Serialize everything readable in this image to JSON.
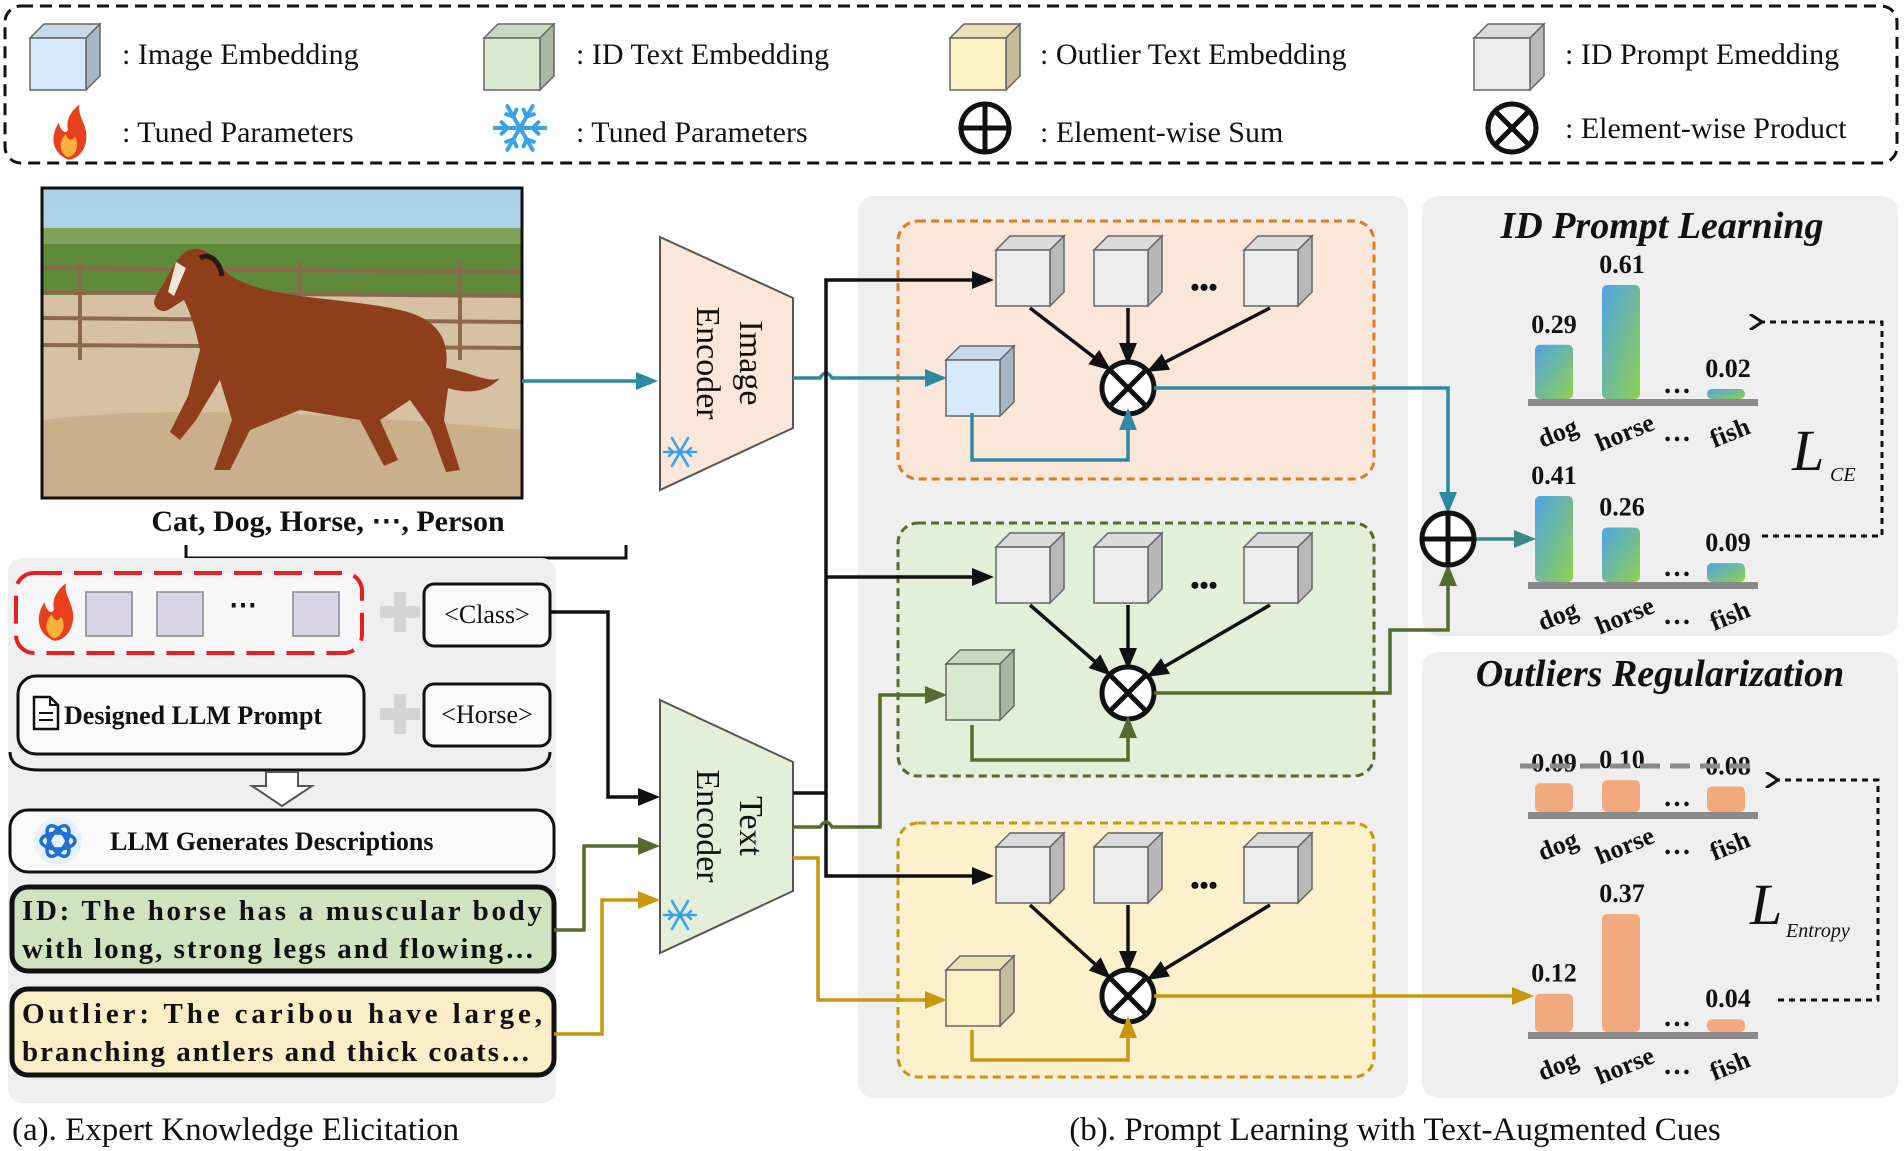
{
  "legend": {
    "image_embedding": ": Image Embedding",
    "id_text_embedding": ": ID Text Embedding",
    "outlier_text_embedding": ": Outlier Text Embedding",
    "id_prompt_embedding": ": ID Prompt Emedding",
    "tuned_parameters_fire": ": Tuned Parameters",
    "tuned_parameters_snow": ": Tuned Parameters",
    "element_wise_sum": ": Element-wise Sum",
    "element_wise_product": ": Element-wise Product"
  },
  "left": {
    "class_list": "Cat, Dog, Horse, ⋯, Person",
    "class_token": "<Class>",
    "horse_token": "<Horse>",
    "designed_prompt": "Designed LLM Prompt",
    "llm_generates": "LLM Generates Descriptions",
    "id_desc_line1": "ID: The horse has a muscular body",
    "id_desc_line2": "with long, strong legs and flowing…",
    "outlier_desc_line1": "Outlier: The caribou have large,",
    "outlier_desc_line2": "branching antlers and thick coats…",
    "ellipsis": "⋯",
    "caption": "(a). Expert Knowledge Elicitation"
  },
  "encoders": {
    "image_line1": "Image",
    "image_line2": "Encoder",
    "text_line1": "Text",
    "text_line2": "Encoder"
  },
  "middle": {
    "dots": "•••",
    "caption": "(b). Prompt Learning with Text-Augmented Cues"
  },
  "id_prompt_learning": {
    "title": "ID Prompt Learning",
    "loss_symbol": "L",
    "loss_sub": "CE",
    "top_chart": {
      "categories": [
        "dog",
        "horse",
        "fish"
      ],
      "values": [
        "0.29",
        "0.61",
        "0.02"
      ]
    },
    "bottom_chart": {
      "categories": [
        "dog",
        "horse",
        "fish"
      ],
      "values": [
        "0.41",
        "0.26",
        "0.09"
      ]
    },
    "ellipsis": "…"
  },
  "outliers_regularization": {
    "title": "Outliers Regularization",
    "loss_symbol": "L",
    "loss_sub": "Entropy",
    "top_chart": {
      "categories": [
        "dog",
        "horse",
        "fish"
      ],
      "values": [
        "0.09",
        "0.10",
        "0.08"
      ]
    },
    "bottom_chart": {
      "categories": [
        "dog",
        "horse",
        "fish"
      ],
      "values": [
        "0.12",
        "0.37",
        "0.04"
      ]
    },
    "ellipsis": "…"
  },
  "colors": {
    "image_blue": "#2e8aa0",
    "id_green": "#556b2f",
    "outlier_gold": "#c9970d",
    "orange_panel": "#fbe7d9",
    "green_panel": "#e4efd9",
    "yellow_panel": "#fdf0cc",
    "bar_orange": "#f2a97e"
  }
}
